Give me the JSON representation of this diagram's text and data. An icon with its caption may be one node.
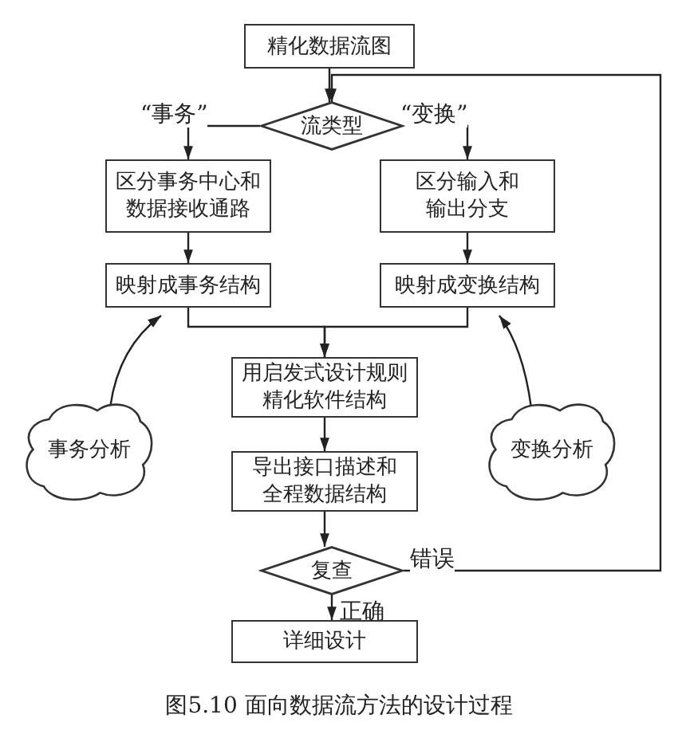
{
  "diagram": {
    "caption": "图5.10 面向数据流方法的设计过程",
    "nodes": [
      {
        "text": [
          "精化数据流图"
        ]
      },
      {
        "text": [
          "流类型"
        ]
      },
      {
        "text": [
          "区分事务中心和数据接收通路"
        ]
      },
      {
        "text": [
          "区分输入和输出分支"
        ]
      },
      {
        "text": [
          "映射成事务结构"
        ]
      },
      {
        "text": [
          "映射成变换结构"
        ]
      },
      {
        "text": [
          "用启发式设计规则精化软件结构"
        ]
      },
      {
        "text": [
          "导出接口描述和全程数据结构"
        ]
      },
      {
        "text": [
          "复查"
        ]
      },
      {
        "text": [
          "详细设计"
        ]
      },
      {
        "text": [
          "事务分析"
        ]
      },
      {
        "text": [
          "变换分析"
        ]
      }
    ],
    "edges": [
      {
        "from": 0,
        "to": 1,
        "arrow": "to"
      },
      {
        "from": 1,
        "to": 2,
        "arrow": "to",
        "label": "“事务”"
      },
      {
        "from": 1,
        "to": 3,
        "arrow": "to",
        "label": "“变换”"
      },
      {
        "from": 2,
        "to": 4,
        "arrow": "to"
      },
      {
        "from": 3,
        "to": 5,
        "arrow": "to"
      },
      {
        "from": 4,
        "to": 6,
        "arrow": "to"
      },
      {
        "from": 5,
        "to": 6,
        "arrow": "to"
      },
      {
        "from": 6,
        "to": 7,
        "arrow": "to"
      },
      {
        "from": 7,
        "to": 8,
        "arrow": "to"
      },
      {
        "from": 8,
        "to": 9,
        "arrow": "to",
        "label": "正确"
      },
      {
        "from": 8,
        "to": 1,
        "arrow": "to",
        "label": "错误"
      },
      {
        "from": 10,
        "to": 4,
        "arrow": "to"
      },
      {
        "from": 11,
        "to": 5,
        "arrow": "to"
      }
    ]
  }
}
